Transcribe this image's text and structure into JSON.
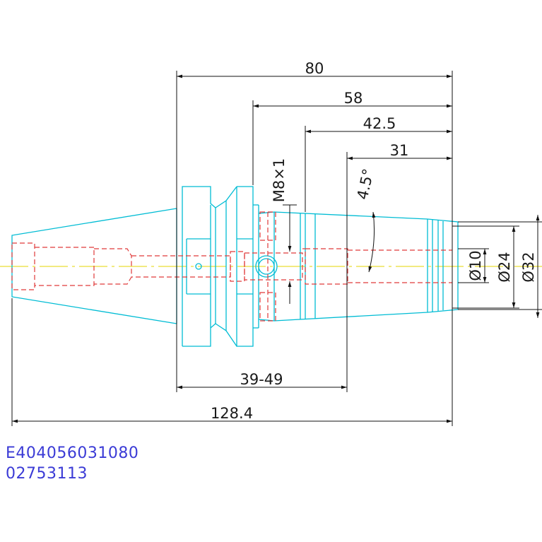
{
  "colors": {
    "outline": "#00bcd4",
    "hidden": "#e03a3a",
    "centerline": "#e6d400",
    "dimension": "#111111",
    "code": "#3b3bd6"
  },
  "dimensions": {
    "d80": "80",
    "d58": "58",
    "d42_5": "42.5",
    "d31": "31",
    "thread": "M8×1",
    "angle": "4.5°",
    "dia10": "Ø10",
    "dia24": "Ø24",
    "dia32": "Ø32",
    "range": "39-49",
    "total": "128.4"
  },
  "codes": {
    "line1": "E404056031080",
    "line2": "02753113"
  }
}
